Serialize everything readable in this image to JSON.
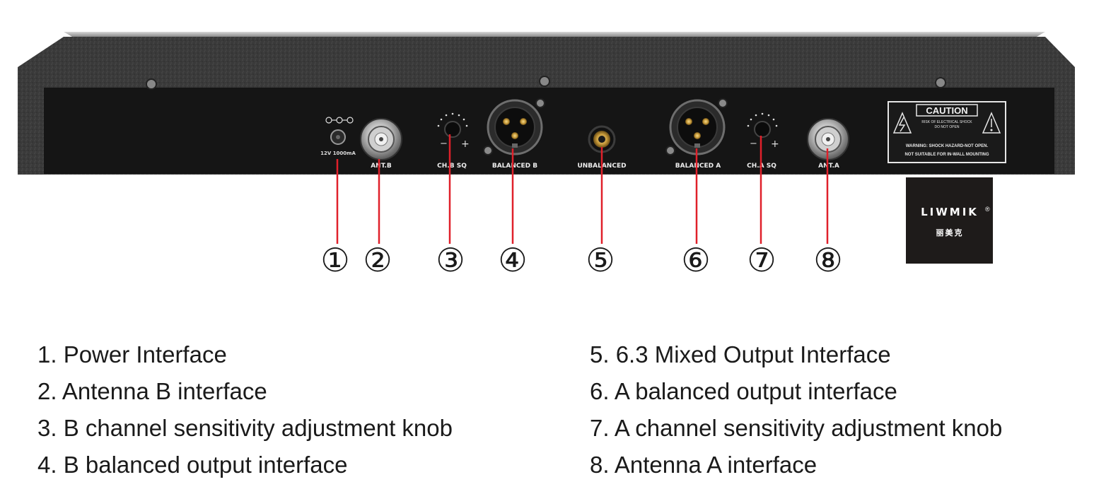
{
  "panel": {
    "labels": {
      "power_rating": "12V 1000mA",
      "ant_b": "ANT.B",
      "ch_b_sq": "CH.B SQ",
      "balanced_b": "BALANCED B",
      "unbalanced": "UNBALANCED",
      "balanced_a": "BALANCED A",
      "ch_a_sq": "CH.A SQ",
      "ant_a": "ANT.A",
      "minus": "−",
      "plus": "+"
    },
    "caution": {
      "title": "CAUTION",
      "sub_line1": "RISK OF ELECTRICAL SHOCK",
      "sub_line2": "DO NOT OPEN",
      "warn_line1": "WARNING: SHOCK HAZARD-NOT OPEN.",
      "warn_line2": "NOT SUITABLE FOR IN-WALL MOUNTING"
    }
  },
  "callouts": [
    "①",
    "②",
    "③",
    "④",
    "⑤",
    "⑥",
    "⑦",
    "⑧"
  ],
  "logo": {
    "brand": "LIWMIK",
    "registered": "®",
    "chinese": "丽美克"
  },
  "legend": {
    "left": [
      "1. Power Interface",
      "2. Antenna B interface",
      "3. B channel sensitivity adjustment knob",
      "4. B balanced output interface"
    ],
    "right": [
      "5. 6.3 Mixed Output Interface",
      "6. A balanced output interface",
      "7. A channel sensitivity adjustment knob",
      "8. Antenna A interface"
    ]
  },
  "colors": {
    "callout_line": "#e0202a",
    "panel_face": "#151515",
    "frame": "#3c3c3c"
  }
}
